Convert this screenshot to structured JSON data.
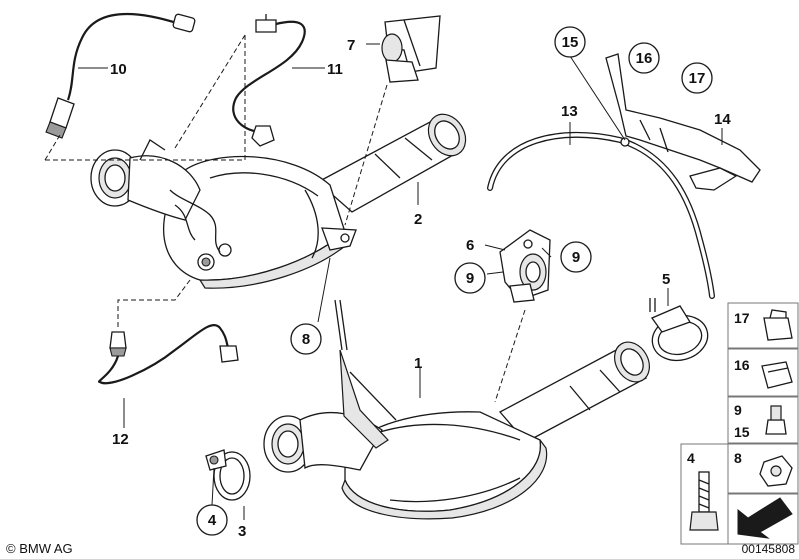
{
  "callouts": {
    "c1": "1",
    "c2": "2",
    "c3": "3",
    "c4": "4",
    "c5": "5",
    "c6": "6",
    "c7": "7",
    "c8": "8",
    "c9a": "9",
    "c9b": "9",
    "c10": "10",
    "c11": "11",
    "c12": "12",
    "c13": "13",
    "c14": "14",
    "c15": "15",
    "c16": "16",
    "c17": "17"
  },
  "parts_legend": {
    "box17": "17",
    "box16": "16",
    "box9_15_top": "9",
    "box9_15_bottom": "15",
    "box4": "4",
    "box8": "8"
  },
  "footer": {
    "copyright": "© BMW AG",
    "drawing_number": "00145808"
  },
  "colors": {
    "line": "#1a1a1a",
    "shade": "#e6e6e6",
    "box_border": "#777777"
  }
}
